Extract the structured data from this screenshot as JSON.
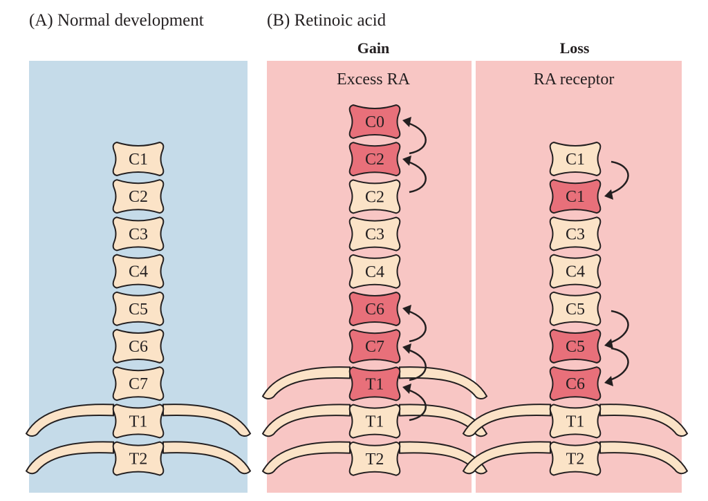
{
  "panel_a": {
    "label": "(A)  Normal development"
  },
  "panel_b": {
    "label": "(B)  Retinoic acid"
  },
  "gain": {
    "heading": "Gain",
    "subheading": "Excess RA",
    "vertebrae": [
      {
        "label": "C0",
        "highlight": true
      },
      {
        "label": "C2",
        "highlight": true
      },
      {
        "label": "C2",
        "highlight": false
      },
      {
        "label": "C3",
        "highlight": false
      },
      {
        "label": "C4",
        "highlight": false
      },
      {
        "label": "C6",
        "highlight": true
      },
      {
        "label": "C7",
        "highlight": true
      },
      {
        "label": "T1",
        "highlight": true
      },
      {
        "label": "T1",
        "highlight": false
      },
      {
        "label": "T2",
        "highlight": false
      }
    ]
  },
  "loss": {
    "heading": "Loss",
    "subheading": "RA receptor",
    "vertebrae": [
      {
        "label": "C1",
        "highlight": false
      },
      {
        "label": "C1",
        "highlight": true
      },
      {
        "label": "C3",
        "highlight": false
      },
      {
        "label": "C4",
        "highlight": false
      },
      {
        "label": "C5",
        "highlight": false
      },
      {
        "label": "C5",
        "highlight": true
      },
      {
        "label": "C6",
        "highlight": true
      },
      {
        "label": "T1",
        "highlight": false
      },
      {
        "label": "T2",
        "highlight": false
      }
    ]
  },
  "normal": {
    "vertebrae": [
      {
        "label": "C1",
        "highlight": false
      },
      {
        "label": "C2",
        "highlight": false
      },
      {
        "label": "C3",
        "highlight": false
      },
      {
        "label": "C4",
        "highlight": false
      },
      {
        "label": "C5",
        "highlight": false
      },
      {
        "label": "C6",
        "highlight": false
      },
      {
        "label": "C7",
        "highlight": false
      },
      {
        "label": "T1",
        "highlight": false
      },
      {
        "label": "T2",
        "highlight": false
      }
    ]
  },
  "colors": {
    "normal_bg": "#c5dbe9",
    "ra_bg": "#f8c6c4",
    "vertebra_fill": "#fbe3c7",
    "vertebra_highlight": "#e8707a",
    "outline": "#231f20"
  }
}
